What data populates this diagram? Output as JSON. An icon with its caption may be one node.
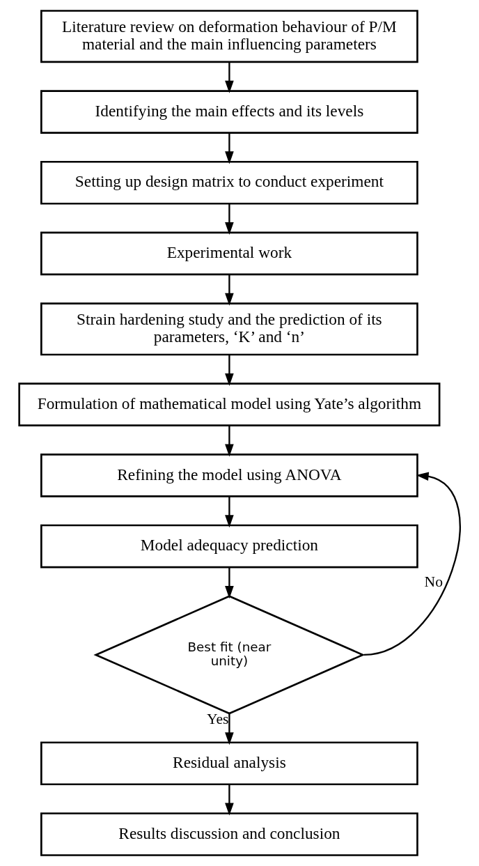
{
  "diagram": {
    "nodes": [
      {
        "text": [
          "Literature review on deformation behaviour of P/M material and the main influencing parameters"
        ]
      },
      {
        "text": [
          "Identifying the main effects and its levels"
        ]
      },
      {
        "text": [
          "Setting up design matrix to conduct experiment"
        ]
      },
      {
        "text": [
          "Experimental work"
        ]
      },
      {
        "text": [
          "Strain hardening study and the prediction of its parameters, ‘K’ and ‘n’"
        ]
      },
      {
        "text": [
          "Formulation of mathematical model using Yate’s algorithm"
        ]
      },
      {
        "text": [
          "Refining the model using ANOVA"
        ]
      },
      {
        "text": [
          "Model adequacy prediction"
        ]
      },
      {
        "text": [
          "Best fit (near unity)"
        ]
      },
      {
        "text": [
          "Residual analysis"
        ]
      },
      {
        "text": [
          "Results discussion and conclusion"
        ]
      }
    ],
    "edges": [
      {
        "from": 0,
        "to": 1,
        "arrow": "to"
      },
      {
        "from": 1,
        "to": 2,
        "arrow": "to"
      },
      {
        "from": 2,
        "to": 3,
        "arrow": "to"
      },
      {
        "from": 3,
        "to": 4,
        "arrow": "to"
      },
      {
        "from": 4,
        "to": 5,
        "arrow": "to"
      },
      {
        "from": 5,
        "to": 6,
        "arrow": "to"
      },
      {
        "from": 6,
        "to": 7,
        "arrow": "to"
      },
      {
        "from": 7,
        "to": 8,
        "arrow": "to"
      },
      {
        "from": 8,
        "to": 6,
        "arrow": "to",
        "label": "No"
      },
      {
        "from": 8,
        "to": 9,
        "arrow": "to",
        "label": "Yes"
      },
      {
        "from": 9,
        "to": 10,
        "arrow": "to"
      }
    ]
  }
}
